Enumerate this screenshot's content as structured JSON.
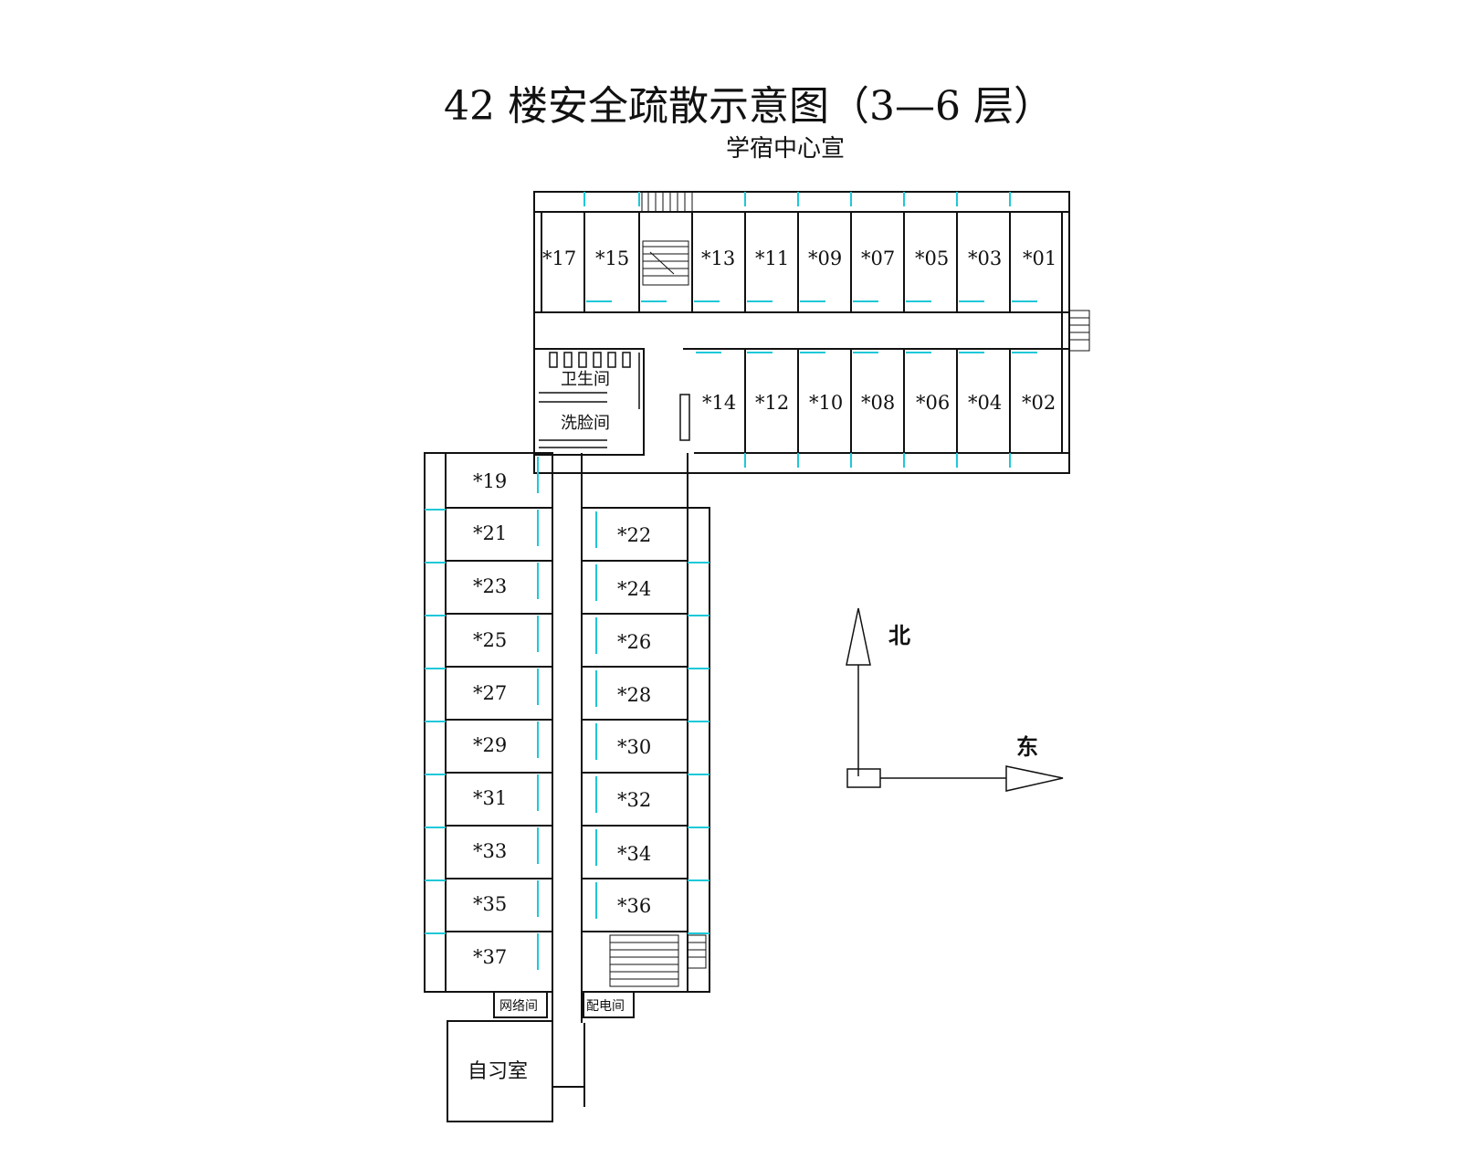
{
  "title": "42 楼安全疏散示意图（3—6 层）",
  "subtitle": "学宿中心宣",
  "rooms": {
    "north": [
      "*17",
      "*15",
      "*13",
      "*11",
      "*09",
      "*07",
      "*05",
      "*03",
      "*01"
    ],
    "east_south": [
      "*14",
      "*12",
      "*10",
      "*08",
      "*06",
      "*04",
      "*02"
    ],
    "west_wing": [
      "*19",
      "*21",
      "*23",
      "*25",
      "*27",
      "*29",
      "*31",
      "*33",
      "*35",
      "*37"
    ],
    "east_wing": [
      "*22",
      "*24",
      "*26",
      "*28",
      "*30",
      "*32",
      "*34",
      "*36"
    ]
  },
  "facilities": {
    "toilet": "卫生间",
    "washroom": "洗脸间",
    "network_room": "网络间",
    "power_room": "配电间",
    "study_room": "自习室"
  },
  "compass": {
    "north": "北",
    "east": "东"
  },
  "colors": {
    "wall": "#111111",
    "window": "#1ec8d8",
    "background": "#ffffff"
  }
}
